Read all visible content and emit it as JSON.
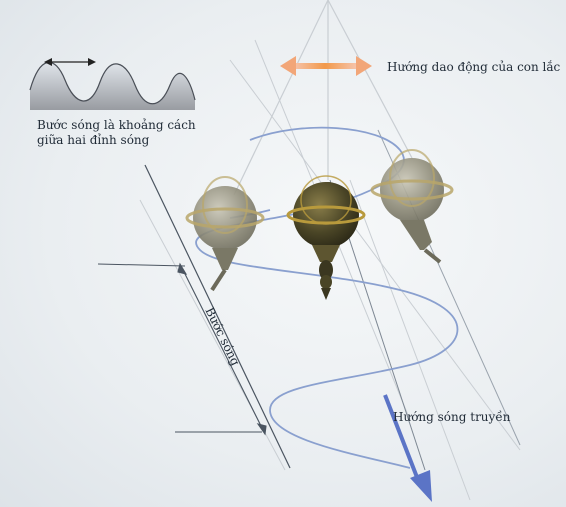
{
  "labels": {
    "oscillation_direction": "Hướng dao động của con lắc",
    "wavelength_note_line1": "Bước sóng là khoảng cách",
    "wavelength_note_line2": "giữa hai đỉnh sóng",
    "wavelength": "Bước sóng",
    "propagation_direction": "Hướng sóng truyền"
  },
  "colors": {
    "wave_line": "#8aa0cf",
    "propagation_arrow": "#5b74c6",
    "oscillation_arrow_start": "#f2994a",
    "oscillation_arrow_end": "#f6c6b0",
    "pendulum_bob": "#4a4526",
    "pendulum_ring": "#b89a3c",
    "guide_lines": "#c9ced3",
    "axis_lines": "#4b5561",
    "text": "#1f2a36"
  },
  "icons": [
    "double-arrow-icon",
    "wave-thumbnail-icon",
    "pendulum-icon",
    "arrow-down-icon"
  ]
}
